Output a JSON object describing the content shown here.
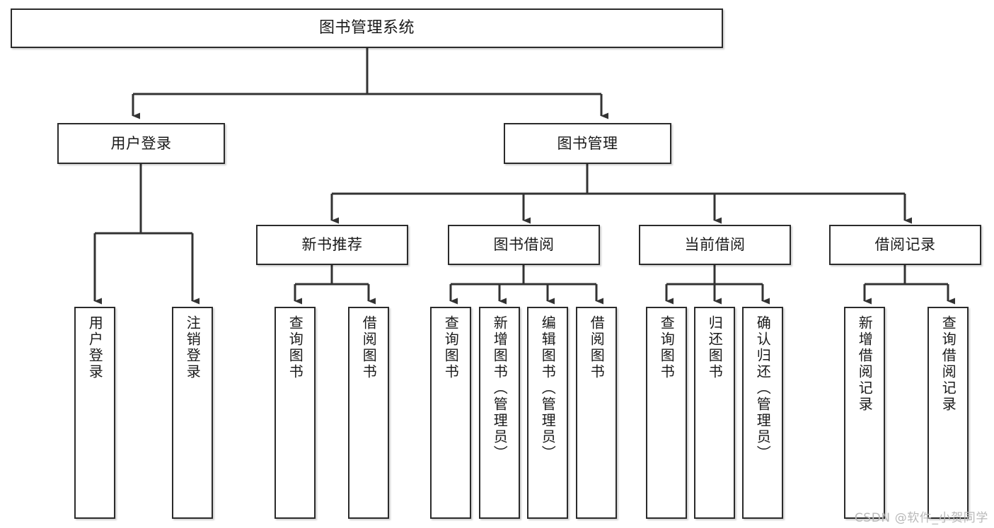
{
  "diagram": {
    "type": "hierarchy-tree",
    "title": "图书管理系统",
    "root": {
      "id": "root",
      "label": "图书管理系统"
    },
    "level2": [
      {
        "id": "user-login",
        "label": "用户登录"
      },
      {
        "id": "book-manage",
        "label": "图书管理"
      }
    ],
    "level3": [
      {
        "id": "new-book-recommend",
        "label": "新书推荐",
        "parent": "book-manage"
      },
      {
        "id": "book-borrow",
        "label": "图书借阅",
        "parent": "book-manage"
      },
      {
        "id": "current-borrow",
        "label": "当前借阅",
        "parent": "book-manage"
      },
      {
        "id": "borrow-record",
        "label": "借阅记录",
        "parent": "book-manage"
      }
    ],
    "leaves": [
      {
        "id": "leaf-user-login",
        "label": "用户登录",
        "parent": "user-login"
      },
      {
        "id": "leaf-user-logout",
        "label": "注销登录",
        "parent": "user-login"
      },
      {
        "id": "leaf-query-book-1",
        "label": "查询图书",
        "parent": "new-book-recommend"
      },
      {
        "id": "leaf-borrow-book-1",
        "label": "借阅图书",
        "parent": "new-book-recommend"
      },
      {
        "id": "leaf-query-book-2",
        "label": "查询图书",
        "parent": "book-borrow"
      },
      {
        "id": "leaf-add-book",
        "label": "新增图书（管理员）",
        "parent": "book-borrow"
      },
      {
        "id": "leaf-edit-book",
        "label": "编辑图书（管理员）",
        "parent": "book-borrow"
      },
      {
        "id": "leaf-borrow-book-2",
        "label": "借阅图书",
        "parent": "book-borrow"
      },
      {
        "id": "leaf-query-book-3",
        "label": "查询图书",
        "parent": "current-borrow"
      },
      {
        "id": "leaf-return-book",
        "label": "归还图书",
        "parent": "current-borrow"
      },
      {
        "id": "leaf-confirm-return",
        "label": "确认归还（管理员）",
        "parent": "current-borrow"
      },
      {
        "id": "leaf-add-record",
        "label": "新增借阅记录",
        "parent": "borrow-record"
      },
      {
        "id": "leaf-query-record",
        "label": "查询借阅记录",
        "parent": "borrow-record"
      }
    ]
  },
  "watermark": {
    "text": "CSDN @软件_小贺同学"
  },
  "colors": {
    "border": "#2b2b2b",
    "text": "#1a1a1a",
    "background": "#ffffff",
    "connector": "#333333",
    "watermark": "#b9b9b9"
  }
}
